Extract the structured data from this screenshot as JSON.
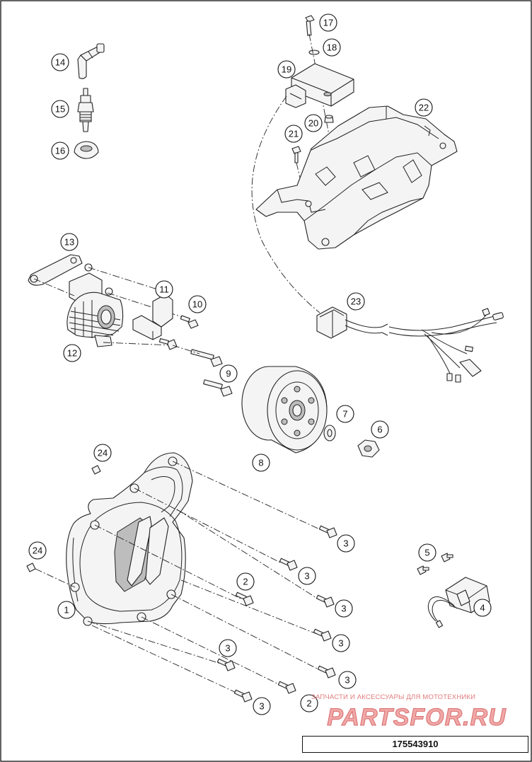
{
  "diagram": {
    "number": "175543910",
    "callouts": [
      {
        "id": "c1",
        "label": "1"
      },
      {
        "id": "c2a",
        "label": "2"
      },
      {
        "id": "c2b",
        "label": "2"
      },
      {
        "id": "c3a",
        "label": "3"
      },
      {
        "id": "c3b",
        "label": "3"
      },
      {
        "id": "c3c",
        "label": "3"
      },
      {
        "id": "c3d",
        "label": "3"
      },
      {
        "id": "c3e",
        "label": "3"
      },
      {
        "id": "c3f",
        "label": "3"
      },
      {
        "id": "c3g",
        "label": "3"
      },
      {
        "id": "c4",
        "label": "4"
      },
      {
        "id": "c5",
        "label": "5"
      },
      {
        "id": "c6",
        "label": "6"
      },
      {
        "id": "c7",
        "label": "7"
      },
      {
        "id": "c8",
        "label": "8"
      },
      {
        "id": "c9",
        "label": "9"
      },
      {
        "id": "c10",
        "label": "10"
      },
      {
        "id": "c11",
        "label": "11"
      },
      {
        "id": "c12",
        "label": "12"
      },
      {
        "id": "c13",
        "label": "13"
      },
      {
        "id": "c14",
        "label": "14"
      },
      {
        "id": "c15",
        "label": "15"
      },
      {
        "id": "c16",
        "label": "16"
      },
      {
        "id": "c17",
        "label": "17"
      },
      {
        "id": "c18",
        "label": "18"
      },
      {
        "id": "c19",
        "label": "19"
      },
      {
        "id": "c20",
        "label": "20"
      },
      {
        "id": "c21",
        "label": "21"
      },
      {
        "id": "c22",
        "label": "22"
      },
      {
        "id": "c23",
        "label": "23"
      },
      {
        "id": "c24a",
        "label": "24"
      },
      {
        "id": "c24b",
        "label": "24"
      }
    ]
  },
  "watermark": {
    "tagline": "ЗАПЧАСТИ И АКСЕССУАРЫ ДЛЯ МОТОТЕХНИКИ",
    "logo": "PARTSFOR.RU",
    "color": "#e27b7b"
  }
}
